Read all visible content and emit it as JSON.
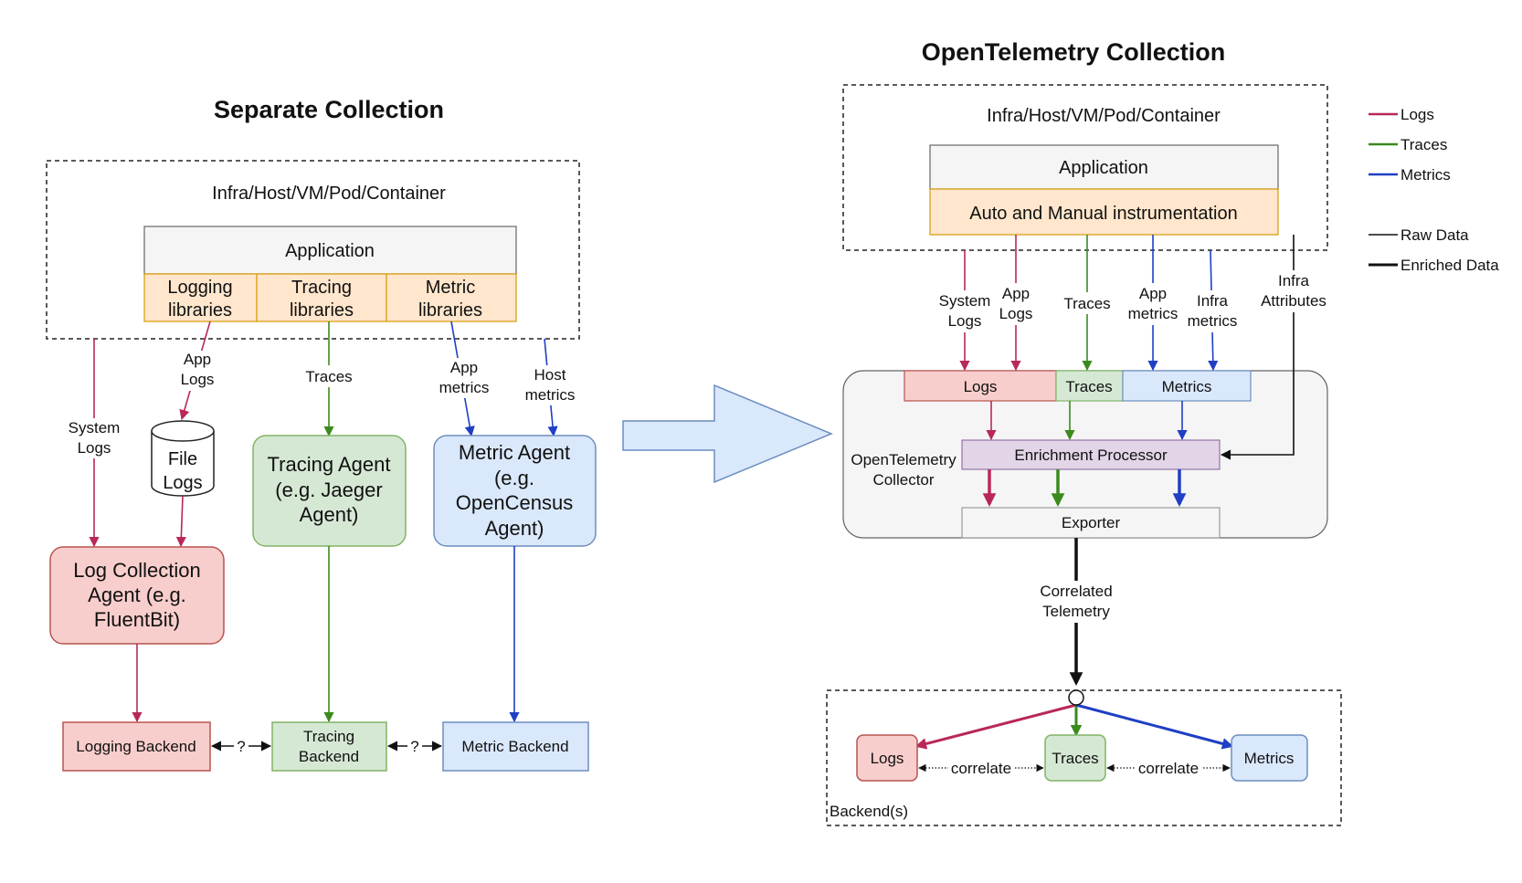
{
  "colors": {
    "logs": "#b8285a",
    "traces": "#3a8a1e",
    "metrics": "#1f3fc4",
    "log_fill": "#f8cecc",
    "log_stroke": "#b85450",
    "trace_fill": "#d5e8d4",
    "trace_stroke": "#82b366",
    "metric_fill": "#dae8fc",
    "metric_stroke": "#6c8ebf",
    "instr_fill": "#ffe6cc",
    "instr_stroke": "#d79b00",
    "enrich_fill": "#e1d5e7",
    "enrich_stroke": "#9673a6",
    "big_arrow_fill": "#dae8fc"
  },
  "left": {
    "title": "Separate Collection",
    "host": "Infra/Host/VM/Pod/Container",
    "application": "Application",
    "libs": [
      {
        "line1": "Logging",
        "line2": "libraries"
      },
      {
        "line1": "Tracing",
        "line2": "libraries"
      },
      {
        "line1": "Metric",
        "line2": "libraries"
      }
    ],
    "system_logs": [
      "System",
      "Logs"
    ],
    "app_logs": [
      "App",
      "Logs"
    ],
    "file_logs": [
      "File",
      "Logs"
    ],
    "traces": "Traces",
    "app_metrics": [
      "App",
      "metrics"
    ],
    "host_metrics": [
      "Host",
      "metrics"
    ],
    "log_agent": [
      "Log Collection",
      "Agent (e.g.",
      "FluentBit)"
    ],
    "tracing_agent": [
      "Tracing Agent",
      "(e.g. Jaeger",
      "Agent)"
    ],
    "metric_agent": [
      "Metric Agent",
      "(e.g.",
      "OpenCensus",
      "Agent)"
    ],
    "logging_backend": "Logging Backend",
    "tracing_backend": [
      "Tracing",
      "Backend"
    ],
    "metric_backend": "Metric Backend",
    "unknown_link": "?"
  },
  "right": {
    "title": "OpenTelemetry Collection",
    "host": "Infra/Host/VM/Pod/Container",
    "application": "Application",
    "instrumentation": "Auto and Manual instrumentation",
    "system_logs": [
      "System",
      "Logs"
    ],
    "app_logs": [
      "App",
      "Logs"
    ],
    "traces": "Traces",
    "app_metrics": [
      "App",
      "metrics"
    ],
    "infra_metrics": [
      "Infra",
      "metrics"
    ],
    "infra_attributes": [
      "Infra",
      "Attributes"
    ],
    "collector_label": [
      "OpenTelemetry",
      "Collector"
    ],
    "receiver_logs": "Logs",
    "receiver_traces": "Traces",
    "receiver_metrics": "Metrics",
    "enrichment": "Enrichment Processor",
    "exporter": "Exporter",
    "correlated": [
      "Correlated",
      "Telemetry"
    ],
    "backend_logs": "Logs",
    "backend_traces": "Traces",
    "backend_metrics": "Metrics",
    "correlate": "correlate",
    "backends": "Backend(s)"
  },
  "legend": {
    "logs": "Logs",
    "traces": "Traces",
    "metrics": "Metrics",
    "raw": "Raw Data",
    "enriched": "Enriched Data"
  }
}
